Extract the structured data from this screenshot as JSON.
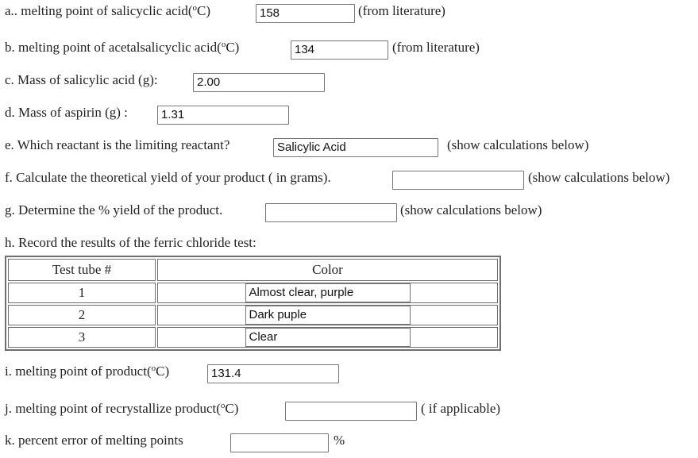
{
  "questions": {
    "a": {
      "label": "a.. melting point of salicyclic acid(",
      "sup": "o",
      "suffix": "C)",
      "value": "158",
      "note": "(from literature)"
    },
    "b": {
      "label": "b. melting point of acetalsalicyclic acid(",
      "sup": "o",
      "suffix": "C)",
      "value": "134",
      "note": "(from literature)"
    },
    "c": {
      "label": "c. Mass of salicylic acid (g):",
      "value": "2.00"
    },
    "d": {
      "label": "d. Mass of aspirin (g) :",
      "value": "1.31"
    },
    "e": {
      "label": "e. Which reactant is the limiting reactant?",
      "value": "Salicylic Acid",
      "note": "(show calculations below)"
    },
    "f": {
      "label": "f. Calculate the theoretical yield of your product ( in grams).",
      "value": "",
      "note": "(show calculations below)"
    },
    "g": {
      "label": "g. Determine the % yield of the product.",
      "value": "",
      "note": "(show calculations below)"
    },
    "h": {
      "label": "h. Record the results of the ferric chloride test:"
    },
    "i": {
      "label": "i. melting point of product(",
      "sup": "o",
      "suffix": "C)",
      "value": "131.4"
    },
    "j": {
      "label": "j. melting point of recrystallize product(",
      "sup": "o",
      "suffix": "C)",
      "value": "",
      "note": "( if applicable)"
    },
    "k": {
      "label": "k. percent error of melting points",
      "value": "",
      "note": "%"
    }
  },
  "ferric_table": {
    "headers": [
      "Test tube #",
      "Color"
    ],
    "rows": [
      {
        "tube": "1",
        "color": "Almost clear, purple"
      },
      {
        "tube": "2",
        "color": "Dark puple"
      },
      {
        "tube": "3",
        "color": "Clear"
      }
    ]
  }
}
